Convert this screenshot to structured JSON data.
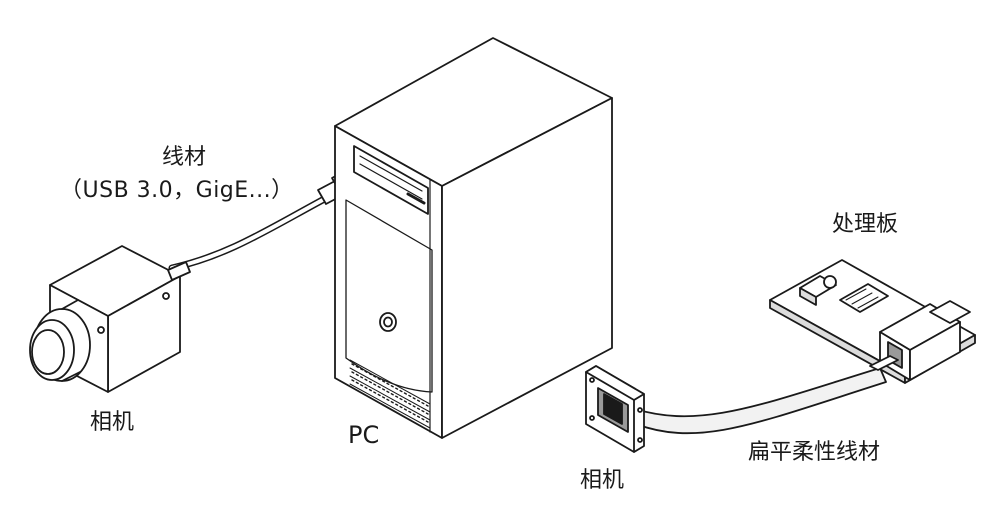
{
  "labels": {
    "cable_title": "线材",
    "cable_types": "（USB 3.0，GigE...）",
    "camera_left": "相机",
    "pc": "PC",
    "processing_board": "处理板",
    "flex_cable": "扁平柔性线材",
    "camera_right": "相机"
  },
  "colors": {
    "line": "#1a1a1a",
    "fill": "#ffffff",
    "shade_light": "#f2f2f2",
    "shade_mid": "#dcdcdc",
    "shade_dark": "#9a9a9a"
  }
}
